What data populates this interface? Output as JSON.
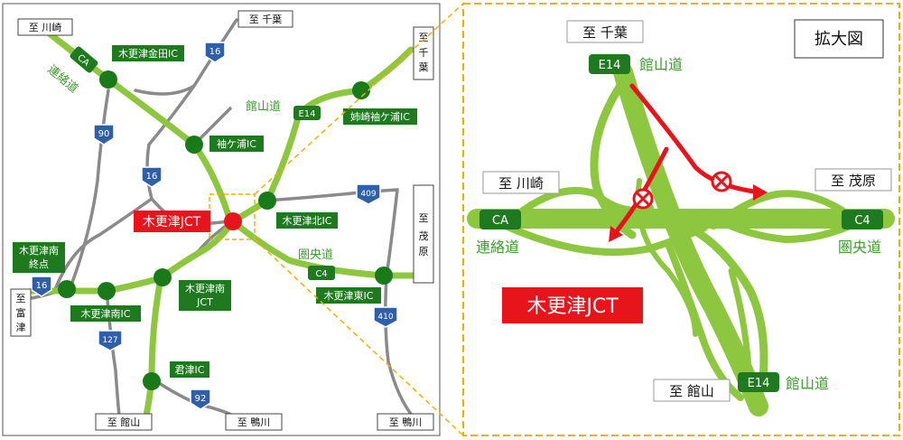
{
  "colors": {
    "road_green": "#8dc63f",
    "ic_node": "#1a7a1a",
    "label_bg": "#1f7a1f",
    "route_green_text": "#3e9b2d",
    "general_road": "#8a8a8a",
    "highlight_red": "#e8141b",
    "callout_orange": "#f0b000",
    "national_route_blue": "#2e5fa8",
    "frame": "#555555"
  },
  "overview_map": {
    "destinations": {
      "kawasaki": "至 川崎",
      "chiba_top": "至 千葉",
      "chiba_right": "至千葉",
      "mobara": "至茂原",
      "futtsu": "至富津",
      "tateyama": "至 館山",
      "kamogawa_1": "至 鴨川",
      "kamogawa_2": "至 鴨川"
    },
    "route_labels": {
      "rengoudo": "連絡道",
      "tateyamadou": "館山道",
      "kenoudou": "圏央道"
    },
    "shields": {
      "ca": "CA",
      "e14": "E14",
      "c4": "C4"
    },
    "national_routes": [
      "16",
      "90",
      "16",
      "409",
      "16",
      "127",
      "410",
      "92"
    ],
    "interchanges": {
      "kisarazu_kaneda": "木更津金田IC",
      "sodegaura": "袖ケ浦IC",
      "anesaki_sodegaura": "姉崎袖ケ浦IC",
      "kisarazu_kita": "木更津北IC",
      "kisarazu_minami_shuten": "木更津南\n終点",
      "kisarazu_minami_ic": "木更津南IC",
      "kisarazu_minami_jct": "木更津南\nJCT",
      "kisarazu_higashi": "木更津東IC",
      "kimitsu": "君津IC"
    },
    "jct_label": "木更津JCT"
  },
  "zoom_map": {
    "title": "拡大図",
    "destinations": {
      "chiba": "至 千葉",
      "kawasaki": "至 川崎",
      "mobara": "至 茂原",
      "tateyama": "至 館山"
    },
    "route_labels": {
      "tateyamadou_top": "館山道",
      "tateyamadou_bottom": "館山道",
      "rengoudo": "連絡道",
      "kenoudou": "圏央道"
    },
    "shields": {
      "e14_top": "E14",
      "e14_bottom": "E14",
      "ca": "CA",
      "c4": "C4"
    },
    "jct_label": "木更津JCT"
  }
}
